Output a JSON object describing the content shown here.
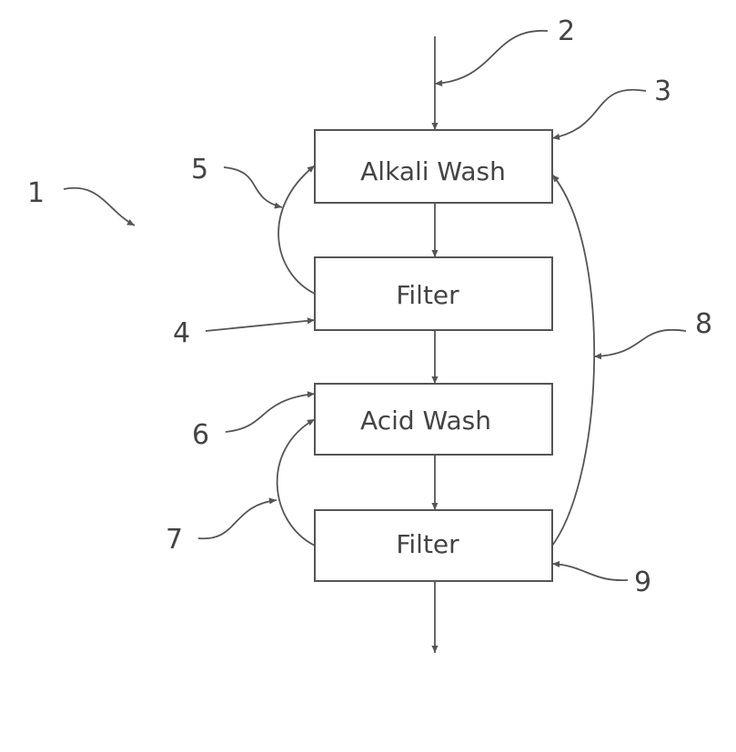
{
  "boxes": {
    "alkali_wash": "Alkali Wash",
    "filter_1": "Filter",
    "acid_wash": "Acid Wash",
    "filter_2": "Filter"
  },
  "reference_numerals": {
    "r1": "1",
    "r2": "2",
    "r3": "3",
    "r4": "4",
    "r5": "5",
    "r6": "6",
    "r7": "7",
    "r8": "8",
    "r9": "9"
  }
}
